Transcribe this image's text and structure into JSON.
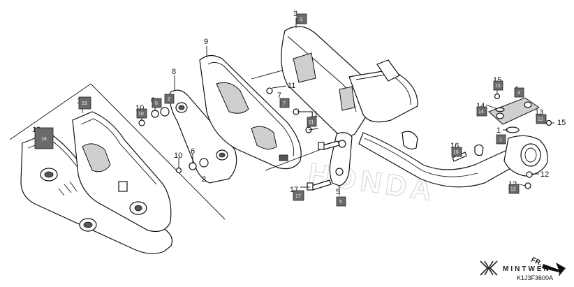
{
  "diagram": {
    "part_numbers": [
      "1",
      "2",
      "3",
      "4",
      "5",
      "6",
      "7",
      "8",
      "9",
      "10",
      "11",
      "12",
      "13",
      "14",
      "15",
      "16",
      "17",
      "18",
      "19"
    ],
    "callouts": [
      {
        "id": "c3",
        "label": "3"
      },
      {
        "id": "c9",
        "label": "9"
      },
      {
        "id": "c8",
        "label": "8"
      },
      {
        "id": "c11a",
        "label": "11"
      },
      {
        "id": "c7",
        "label": "7"
      },
      {
        "id": "c11b",
        "label": "11"
      },
      {
        "id": "c19",
        "label": "19"
      },
      {
        "id": "c18",
        "label": "18"
      },
      {
        "id": "c2a",
        "label": "2"
      },
      {
        "id": "c6a",
        "label": "6"
      },
      {
        "id": "c10a",
        "label": "10"
      },
      {
        "id": "c10b",
        "label": "10"
      },
      {
        "id": "c6b",
        "label": "6"
      },
      {
        "id": "c2b",
        "label": "2"
      },
      {
        "id": "c17",
        "label": "17"
      },
      {
        "id": "c5",
        "label": "5"
      },
      {
        "id": "c15a",
        "label": "15"
      },
      {
        "id": "c4",
        "label": "4"
      },
      {
        "id": "c14",
        "label": "14"
      },
      {
        "id": "c13",
        "label": "13"
      },
      {
        "id": "c15b",
        "label": "15"
      },
      {
        "id": "c1",
        "label": "1"
      },
      {
        "id": "c16",
        "label": "16"
      },
      {
        "id": "c12a",
        "label": "12"
      },
      {
        "id": "c12b",
        "label": "12"
      }
    ],
    "boxes": [
      {
        "id": "b3",
        "label": "3"
      },
      {
        "id": "b7",
        "label": "7"
      },
      {
        "id": "b11",
        "label": "11"
      },
      {
        "id": "b19",
        "label": "19"
      },
      {
        "id": "b18",
        "label": "18"
      },
      {
        "id": "b2",
        "label": "2"
      },
      {
        "id": "b6",
        "label": "6"
      },
      {
        "id": "b10",
        "label": "10"
      },
      {
        "id": "b17",
        "label": "17"
      },
      {
        "id": "b5",
        "label": "5"
      },
      {
        "id": "b15",
        "label": "15"
      },
      {
        "id": "b4",
        "label": "4"
      },
      {
        "id": "b14",
        "label": "14"
      },
      {
        "id": "b13",
        "label": "13"
      },
      {
        "id": "b1",
        "label": "1"
      },
      {
        "id": "b16",
        "label": "16"
      },
      {
        "id": "b12",
        "label": "12"
      }
    ],
    "front_label": "FR.",
    "brand": "MINTWEN",
    "diagram_code": "K1J3F3600A",
    "watermark": "HONDA"
  },
  "colors": {
    "line": "#111111",
    "box_fill": "#6b6b6b",
    "box_text": "#f2f2f2",
    "shade": "#cfcfcf"
  }
}
